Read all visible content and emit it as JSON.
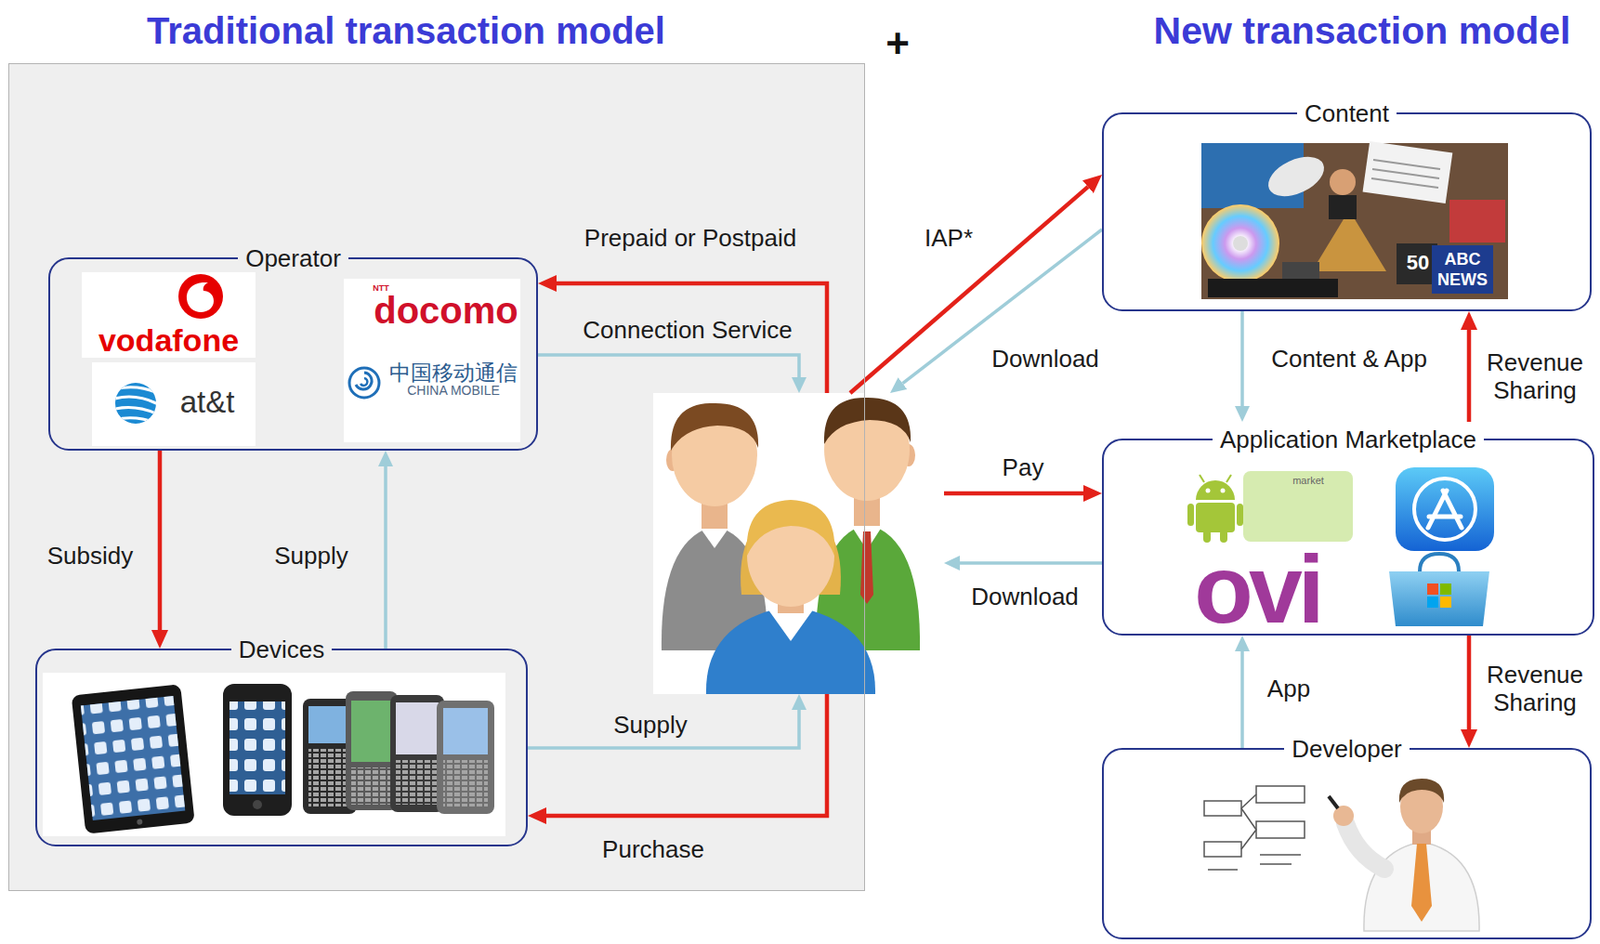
{
  "diagram": {
    "nodes": [
      {
        "text": [
          "Traditional transaction model"
        ]
      },
      {
        "text": [
          "Operator",
          "NTT",
          "docomo",
          "vodafone",
          "中国移动通信",
          "CHINA MOBILE",
          "at&t"
        ],
        "in": 0
      },
      {
        "text": [],
        "in": 0
      },
      {
        "text": [
          "Devices"
        ],
        "in": 0
      },
      {
        "text": [
          "Content",
          "50",
          "ABC NEWS"
        ]
      },
      {
        "text": [
          "Application Marketplace",
          "market",
          "ovi"
        ]
      },
      {
        "text": [
          "Developer"
        ]
      }
    ],
    "edges": [
      {
        "from": 2,
        "to": 1,
        "arrow": "to",
        "label": "Prepaid or Postpaid"
      },
      {
        "from": 1,
        "to": 2,
        "arrow": "to",
        "label": "Connection Service"
      },
      {
        "from": 1,
        "to": 3,
        "arrow": "to",
        "label": "Subsidy"
      },
      {
        "from": 3,
        "to": 1,
        "arrow": "to",
        "label": "Supply"
      },
      {
        "from": 3,
        "to": 2,
        "arrow": "to",
        "label": "Supply"
      },
      {
        "from": 2,
        "to": 3,
        "arrow": "to",
        "label": "Purchase"
      },
      {
        "from": 2,
        "to": 4,
        "arrow": "to",
        "label": "IAP*"
      },
      {
        "from": 4,
        "to": 2,
        "arrow": "to",
        "label": "Download"
      },
      {
        "from": 2,
        "to": 5,
        "arrow": "to",
        "label": "Pay"
      },
      {
        "from": 5,
        "to": 2,
        "arrow": "to",
        "label": "Download"
      },
      {
        "from": 4,
        "to": 5,
        "arrow": "to",
        "label": "Content & App"
      },
      {
        "from": 5,
        "to": 4,
        "arrow": "to",
        "label": "Revenue Sharing"
      },
      {
        "from": 5,
        "to": 6,
        "arrow": "to",
        "label": "Revenue Sharing"
      },
      {
        "from": 6,
        "to": 5,
        "arrow": "to",
        "label": "App"
      }
    ],
    "labels": [
      "+",
      "New transaction model"
    ]
  }
}
